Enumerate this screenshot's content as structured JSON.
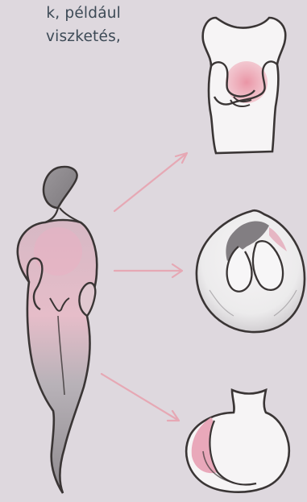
{
  "text": {
    "line1": "k, például",
    "line2": "viszketés,"
  },
  "colors": {
    "background": "#ded8de",
    "text": "#3d4a56",
    "outline": "#3a3535",
    "pink": "#e8a0b0",
    "arrow": "#e6a8b4",
    "shadow_gray": "#8e8a8e"
  },
  "illustrations": [
    "female-figure-illustration",
    "hands-on-belly-illustration",
    "hands-on-chest-illustration",
    "shoulder-illustration"
  ]
}
